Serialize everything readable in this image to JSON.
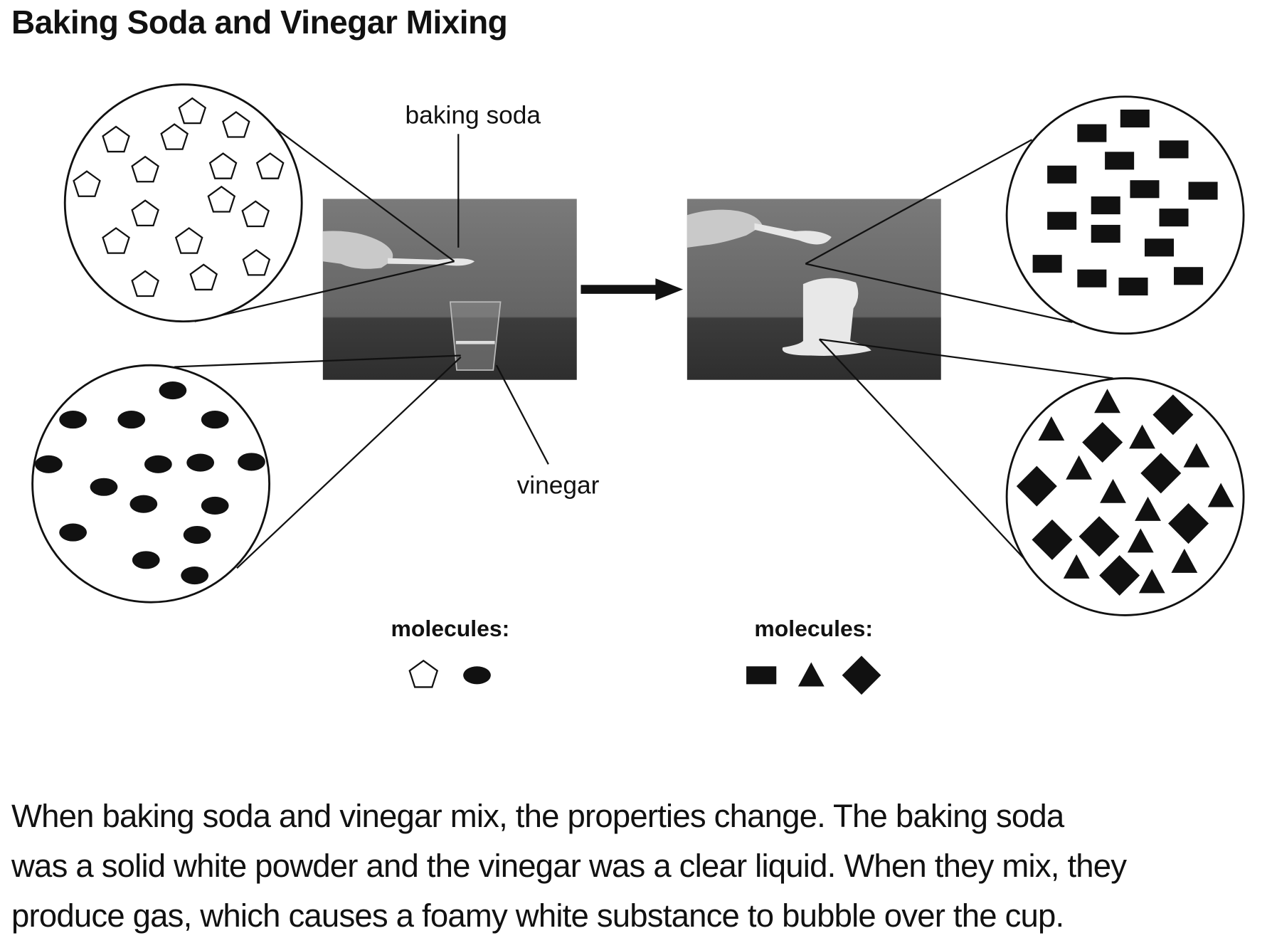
{
  "title": "Baking Soda and Vinegar Mixing",
  "labels": {
    "baking_soda": "baking soda",
    "vinegar": "vinegar"
  },
  "legend": {
    "before": {
      "label": "molecules:",
      "shapes": [
        "pentagon-outline",
        "oval-filled"
      ]
    },
    "after": {
      "label": "molecules:",
      "shapes": [
        "rectangle-filled",
        "triangle-filled",
        "diamond-filled"
      ]
    }
  },
  "paragraph": {
    "lines": [
      "When baking soda and vinegar mix, the properties change. The baking soda",
      "was a solid white powder and the vinegar was a clear liquid. When they mix, they",
      "produce gas, which causes a foamy white substance to bubble over the cup."
    ]
  },
  "colors": {
    "ink": "#111111",
    "photo_bg": "#6e6e6e",
    "table": "#3a3a3a"
  }
}
